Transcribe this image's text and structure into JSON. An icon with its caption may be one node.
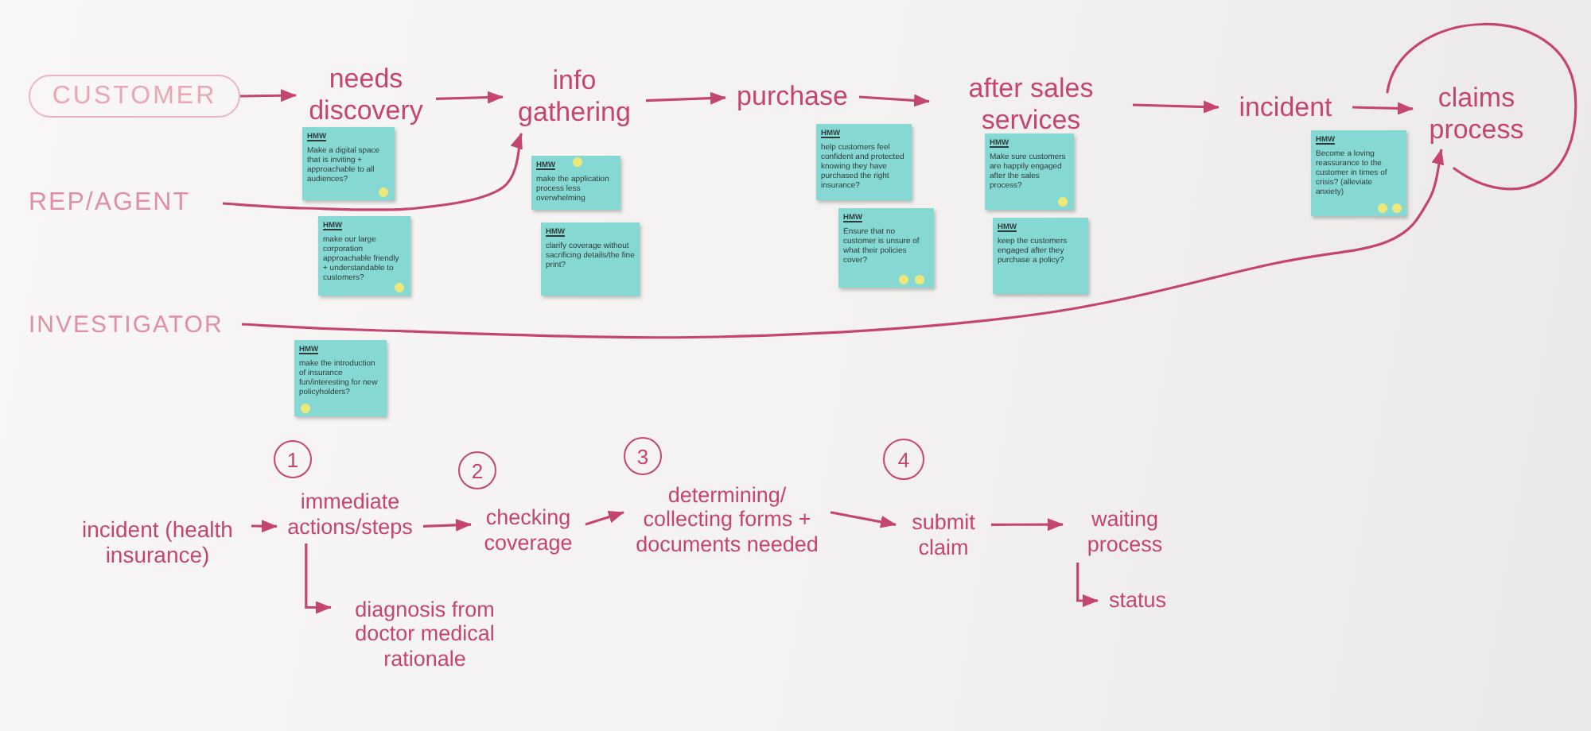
{
  "diagram": {
    "nodes": [
      {
        "text": [
          "CUSTOMER"
        ]
      },
      {
        "text": [
          "needs discovery"
        ]
      },
      {
        "text": [
          "info gathering"
        ]
      },
      {
        "text": [
          "purchase"
        ]
      },
      {
        "text": [
          "after sales services"
        ]
      },
      {
        "text": [
          "incident"
        ]
      },
      {
        "text": [
          "claims process"
        ]
      },
      {
        "text": [
          "REP/AGENT"
        ]
      },
      {
        "text": [
          "INVESTIGATOR"
        ]
      },
      {
        "text": [
          "HMW",
          "Make a digital space that is inviting + approachable to all audiences?"
        ]
      },
      {
        "text": [
          "HMW",
          "make our large corporation approachable friendly + understandable to customers?"
        ]
      },
      {
        "text": [
          "HMW",
          "make the introduction of insurance fun/interesting for new policyholders?"
        ]
      },
      {
        "text": [
          "HMW",
          "make the application process less overwhelming"
        ]
      },
      {
        "text": [
          "HMW",
          "clarify coverage without sacrificing details/the fine print?"
        ]
      },
      {
        "text": [
          "HMW",
          "help customers feel confident and protected knowing they have purchased the right insurance?"
        ]
      },
      {
        "text": [
          "HMW",
          "Ensure that no customer is unsure of what their policies cover?"
        ]
      },
      {
        "text": [
          "HMW",
          "Make sure customers are happily engaged after the sales process?"
        ]
      },
      {
        "text": [
          "HMW",
          "keep the customers engaged after they purchase a policy?"
        ]
      },
      {
        "text": [
          "HMW",
          "Become a loving reassurance to the customer in times of crisis? (alleviate anxiety)"
        ]
      },
      {
        "text": [
          "1"
        ]
      },
      {
        "text": [
          "2"
        ]
      },
      {
        "text": [
          "3"
        ]
      },
      {
        "text": [
          "4"
        ]
      },
      {
        "text": [
          "incident (health insurance)"
        ]
      },
      {
        "text": [
          "immediate actions/steps"
        ]
      },
      {
        "text": [
          "checking coverage"
        ]
      },
      {
        "text": [
          "determining/ collecting forms + documents needed"
        ]
      },
      {
        "text": [
          "submit claim"
        ]
      },
      {
        "text": [
          "waiting process"
        ]
      },
      {
        "text": [
          "diagnosis from doctor medical rationale"
        ]
      },
      {
        "text": [
          "status"
        ]
      }
    ],
    "edges": [
      {
        "from": 0,
        "to": 1,
        "arrow": "to"
      },
      {
        "from": 1,
        "to": 2,
        "arrow": "to"
      },
      {
        "from": 2,
        "to": 3,
        "arrow": "to"
      },
      {
        "from": 3,
        "to": 4,
        "arrow": "to"
      },
      {
        "from": 4,
        "to": 5,
        "arrow": "to"
      },
      {
        "from": 5,
        "to": 6,
        "arrow": "to"
      },
      {
        "from": 7,
        "to": 2,
        "arrow": "to"
      },
      {
        "from": 8,
        "to": 6,
        "arrow": "to"
      },
      {
        "from": 23,
        "to": 24,
        "arrow": "to"
      },
      {
        "from": 24,
        "to": 25,
        "arrow": "to"
      },
      {
        "from": 25,
        "to": 26,
        "arrow": "to"
      },
      {
        "from": 26,
        "to": 27,
        "arrow": "to"
      },
      {
        "from": 27,
        "to": 28,
        "arrow": "to"
      },
      {
        "from": 24,
        "to": 29,
        "arrow": "to"
      },
      {
        "from": 28,
        "to": 30,
        "arrow": "to"
      }
    ]
  }
}
